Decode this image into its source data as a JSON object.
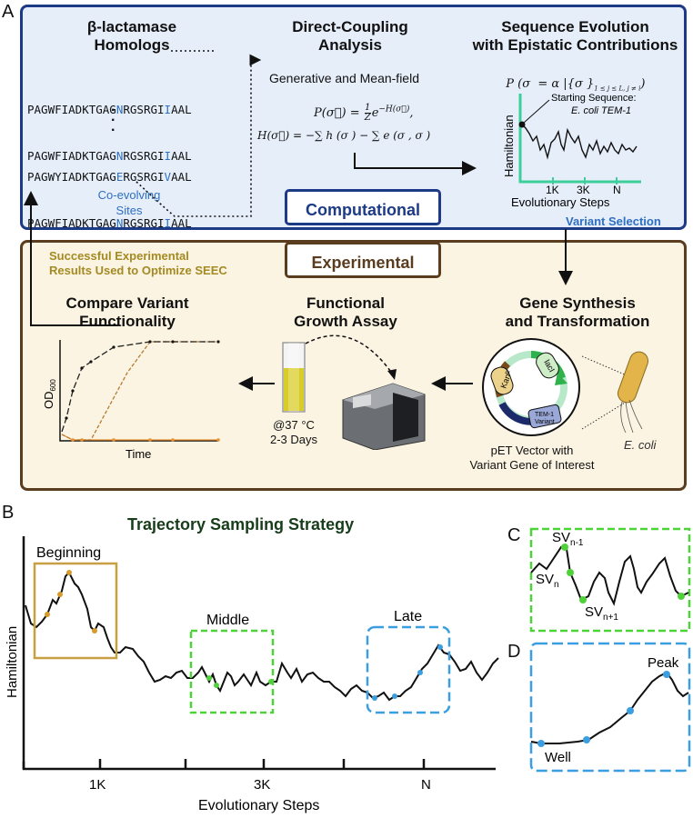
{
  "panels": {
    "a": "A",
    "b": "B",
    "c": "C",
    "d": "D"
  },
  "computational": {
    "label": "Computational",
    "homologs": {
      "title_line1": "β-lactamase",
      "title_line2": "Homologs",
      "seqs": [
        {
          "pre": "PAGWFIADKTGAG",
          "hl1": "N",
          "mid": "RGSRGI",
          "hl2": "I",
          "post": "AAL"
        },
        {
          "pre": "PAGWFIADKTGAG",
          "hl1": "N",
          "mid": "RGSRGI",
          "hl2": "I",
          "post": "AAL"
        },
        {
          "pre": "PAGWYIADKTGAG",
          "hl1": "E",
          "mid": "RGSRGI",
          "hl2": "V",
          "post": "AAL"
        },
        {
          "pre": "PAGWFIADKTGAG",
          "hl1": "N",
          "mid": "RGSRGI",
          "hl2": "I",
          "post": "AAL"
        }
      ],
      "coevolving_line1": "Co-evolving",
      "coevolving_line2": "Sites"
    },
    "dca": {
      "title_line1": "Direct-Coupling",
      "title_line2": "Analysis",
      "subtitle": "Generative and Mean-field",
      "eq1_left": "P(σ⃗) =",
      "eq1_num": "1",
      "eq1_den": "Z",
      "eq1_right": "e",
      "eq1_exp": "−H(σ⃗)",
      "eq2": "H(σ⃗) = −∑ h (σ ) − ∑ e (σ , σ )"
    },
    "seec": {
      "title_line1": "Sequence Evolution",
      "title_line2": "with Epistatic Contributions",
      "formula": "P (σ  = α |{σ }",
      "start_label": "Starting Sequence:",
      "start_seq": "E. coli TEM-1",
      "ylabel": "Hamiltonian",
      "ticks": [
        "1K",
        "3K",
        "N"
      ],
      "xlabel": "Evolutionary Steps"
    },
    "variant_selection": "Variant Selection"
  },
  "experimental": {
    "label": "Experimental",
    "feedback_line1": "Successful Experimental",
    "feedback_line2": "Results Used to Optimize SEEC",
    "compare": {
      "title_line1": "Compare Variant",
      "title_line2": "Functionality",
      "ylabel": "OD",
      "ylabel_sub": "600",
      "xlabel": "Time"
    },
    "growth": {
      "title_line1": "Functional",
      "title_line2": "Growth Assay",
      "cond_line1": "@37 °C",
      "cond_line2": "2-3 Days"
    },
    "gene": {
      "title_line1": "Gene Synthesis",
      "title_line2": "and Transformation",
      "kan": "Kanᴿ",
      "laci": "lacI",
      "tem1_line1": "TEM-1",
      "tem1_line2": "Variant",
      "vector_line1": "pET Vector with",
      "vector_line2": "Variant Gene of Interest",
      "ecoli": "E. coli"
    }
  },
  "trajectory": {
    "title": "Trajectory Sampling Strategy",
    "ylabel": "Hamiltonian",
    "xlabel": "Evolutionary Steps",
    "ticks": [
      "1K",
      "3K",
      "N"
    ],
    "beginning": "Beginning",
    "middle": "Middle",
    "late": "Late"
  },
  "panel_c": {
    "sv_prev": "SV",
    "sv_prev_sub": "n-1",
    "sv": "SV",
    "sv_sub": "n",
    "sv_next": "SV",
    "sv_next_sub": "n+1"
  },
  "panel_d": {
    "peak": "Peak",
    "well": "Well"
  },
  "colors": {
    "comp_bg": "#e6eefa",
    "comp_border": "#1c3a86",
    "exp_bg": "#fbf4e2",
    "exp_border": "#5a3c1e",
    "gold": "#c8a042",
    "green": "#4fd13a",
    "blue_dash": "#3b9ee0",
    "teal": "#3ccf9b"
  }
}
